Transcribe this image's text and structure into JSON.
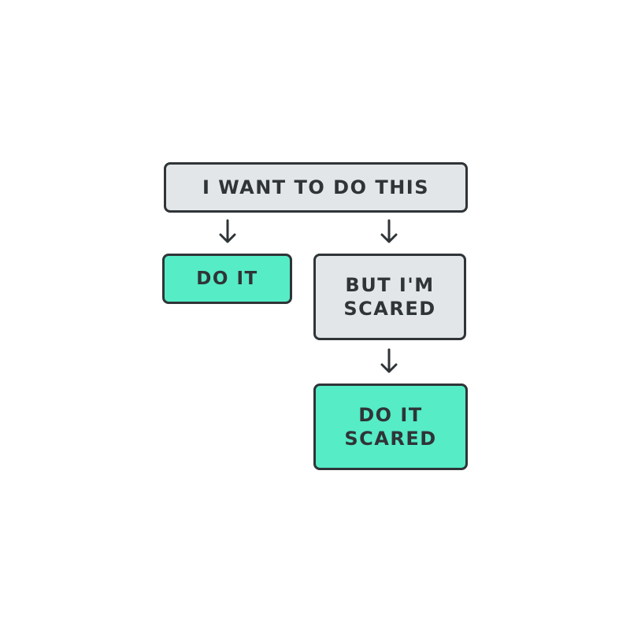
{
  "colors": {
    "gray_box": "#e3e6e8",
    "mint_box": "#55ecc6",
    "stroke": "#2f3437"
  },
  "flowchart": {
    "nodes": [
      {
        "id": "want",
        "label": "I WANT TO DO THIS",
        "style": "gray"
      },
      {
        "id": "doit",
        "label": "DO IT",
        "style": "mint"
      },
      {
        "id": "scared",
        "label": "BUT I'M\nSCARED",
        "style": "gray"
      },
      {
        "id": "final",
        "label": "DO IT\nSCARED",
        "style": "mint"
      }
    ],
    "edges": [
      {
        "from": "want",
        "to": "doit"
      },
      {
        "from": "want",
        "to": "scared"
      },
      {
        "from": "scared",
        "to": "final"
      }
    ]
  }
}
